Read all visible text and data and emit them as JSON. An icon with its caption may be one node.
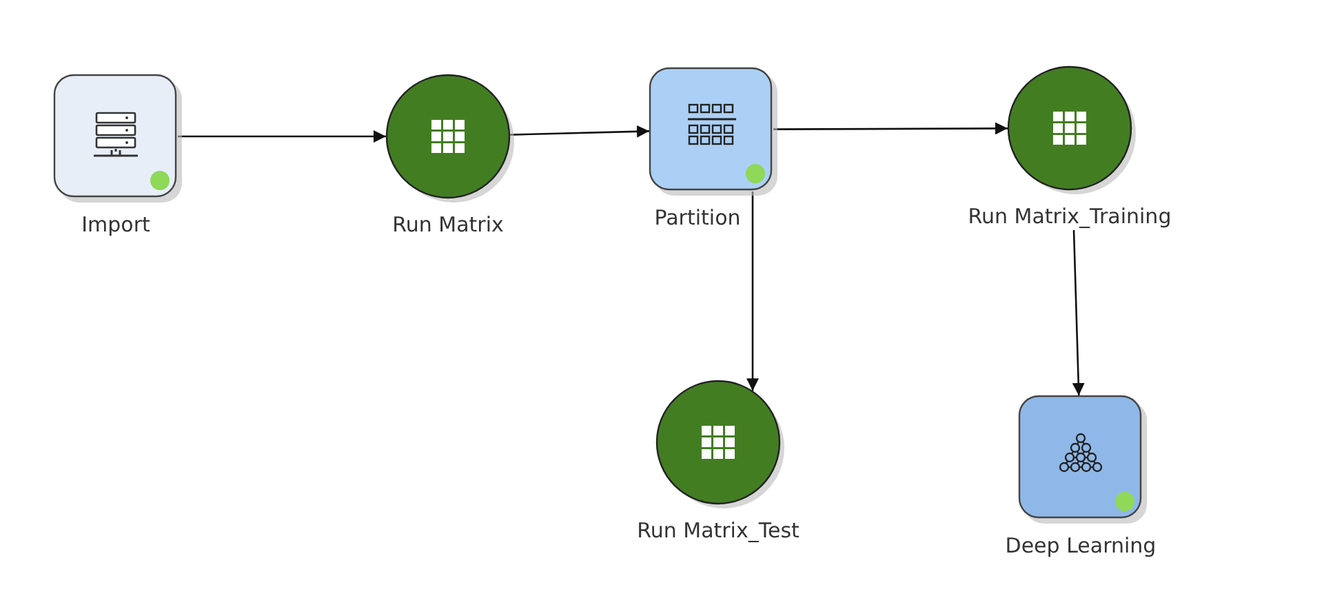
{
  "diagram": {
    "nodes": [
      {
        "text": [
          "Import"
        ]
      },
      {
        "text": [
          "Run Matrix"
        ]
      },
      {
        "text": [
          "Partition"
        ]
      },
      {
        "text": [
          "Run Matrix_Training"
        ]
      },
      {
        "text": [
          "Run Matrix_Test"
        ]
      },
      {
        "text": [
          "Deep Learning"
        ]
      }
    ],
    "edges": [
      {
        "from": 0,
        "to": 1,
        "arrow": "to"
      },
      {
        "from": 1,
        "to": 2,
        "arrow": "to"
      },
      {
        "from": 2,
        "to": 3,
        "arrow": "to"
      },
      {
        "from": 2,
        "to": 4,
        "arrow": "to"
      },
      {
        "from": 3,
        "to": 5,
        "arrow": "to"
      }
    ]
  }
}
